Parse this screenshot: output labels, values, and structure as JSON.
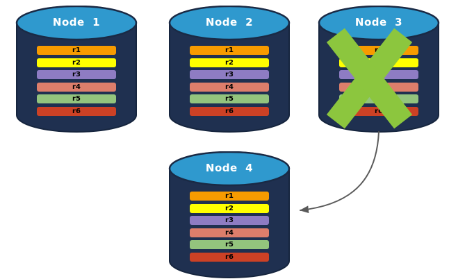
{
  "palette": {
    "background": "#FFFFFF",
    "cylinder_body": "#1F3050",
    "cylinder_outline": "#16253E",
    "cylinder_top": "#2F99CE",
    "failure_x": "#8CC63E",
    "arrow": "#5A5A5A"
  },
  "icons": {
    "failure_mark": "green-x-cross",
    "failover_arrow": "curved-arrow-node3-to-node4"
  },
  "nodes": [
    {
      "title": "Node  1",
      "failed": false,
      "bars": [
        {
          "label": "r1",
          "color": "#F79B00"
        },
        {
          "label": "r2",
          "color": "#FFFF00"
        },
        {
          "label": "r3",
          "color": "#8E7CC3"
        },
        {
          "label": "r4",
          "color": "#DD7E6B"
        },
        {
          "label": "r5",
          "color": "#93C47D"
        },
        {
          "label": "r6",
          "color": "#CC4125"
        }
      ]
    },
    {
      "title": "Node  2",
      "failed": false,
      "bars": [
        {
          "label": "r1",
          "color": "#F79B00"
        },
        {
          "label": "r2",
          "color": "#FFFF00"
        },
        {
          "label": "r3",
          "color": "#8E7CC3"
        },
        {
          "label": "r4",
          "color": "#DD7E6B"
        },
        {
          "label": "r5",
          "color": "#93C47D"
        },
        {
          "label": "r6",
          "color": "#CC4125"
        }
      ]
    },
    {
      "title": "Node  3",
      "failed": true,
      "bars": [
        {
          "label": "r1",
          "color": "#F79B00"
        },
        {
          "label": "r2",
          "color": "#FFFF00"
        },
        {
          "label": "r3",
          "color": "#8E7CC3"
        },
        {
          "label": "r4",
          "color": "#DD7E6B"
        },
        {
          "label": "r5",
          "color": "#93C47D"
        },
        {
          "label": "r6",
          "color": "#CC4125"
        }
      ]
    },
    {
      "title": "Node  4",
      "failed": false,
      "bars": [
        {
          "label": "r1",
          "color": "#F79B00"
        },
        {
          "label": "r2",
          "color": "#FFFF00"
        },
        {
          "label": "r3",
          "color": "#8E7CC3"
        },
        {
          "label": "r4",
          "color": "#DD7E6B"
        },
        {
          "label": "r5",
          "color": "#93C47D"
        },
        {
          "label": "r6",
          "color": "#CC4125"
        }
      ]
    }
  ]
}
